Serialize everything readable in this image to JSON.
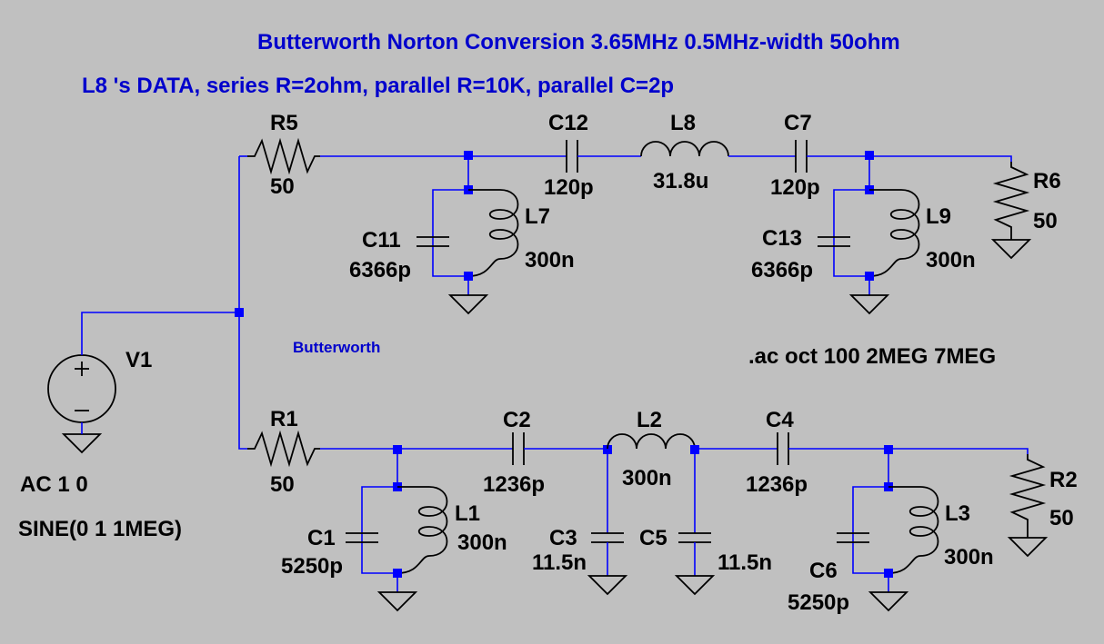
{
  "title": "Butterworth Norton Conversion 3.65MHz 0.5MHz-width 50ohm",
  "subtitle": "L8 's DATA, series R=2ohm, parallel R=10K, parallel C=2p",
  "label_butterworth": "Butterworth",
  "directive": ".ac oct 100 2MEG 7MEG",
  "source": {
    "name": "V1",
    "value1": "AC 1 0",
    "value2": "SINE(0 1 1MEG)"
  },
  "colors": {
    "wire": "#0000ff",
    "background": "#c0c0c0",
    "annotation": "#0000cc"
  },
  "top": {
    "R5": {
      "name": "R5",
      "value": "50"
    },
    "C12": {
      "name": "C12",
      "value": "120p"
    },
    "L8": {
      "name": "L8",
      "value": "31.8u"
    },
    "C7": {
      "name": "C7",
      "value": "120p"
    },
    "R6": {
      "name": "R6",
      "value": "50"
    },
    "C11": {
      "name": "C11",
      "value": "6366p"
    },
    "L7": {
      "name": "L7",
      "value": "300n"
    },
    "C13": {
      "name": "C13",
      "value": "6366p"
    },
    "L9": {
      "name": "L9",
      "value": "300n"
    }
  },
  "bottom": {
    "R1": {
      "name": "R1",
      "value": "50"
    },
    "C2": {
      "name": "C2",
      "value": "1236p"
    },
    "L2": {
      "name": "L2",
      "value": "300n"
    },
    "C4": {
      "name": "C4",
      "value": "1236p"
    },
    "R2": {
      "name": "R2",
      "value": "50"
    },
    "C1": {
      "name": "C1",
      "value": "5250p"
    },
    "L1": {
      "name": "L1",
      "value": "300n"
    },
    "C3": {
      "name": "C3",
      "value": "11.5n"
    },
    "C5": {
      "name": "C5",
      "value": "11.5n"
    },
    "C6": {
      "name": "C6",
      "value": "5250p"
    },
    "L3": {
      "name": "L3",
      "value": "300n"
    }
  }
}
